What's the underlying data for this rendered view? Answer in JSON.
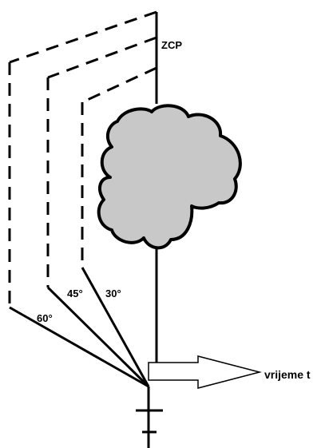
{
  "labels": {
    "zcp": "ZCP",
    "angle_60": "60°",
    "angle_45": "45°",
    "angle_30": "30°",
    "time": "vrijeme t"
  },
  "colors": {
    "line": "#000000",
    "cloud_fill": "#c8c8c8",
    "background": "#ffffff"
  }
}
